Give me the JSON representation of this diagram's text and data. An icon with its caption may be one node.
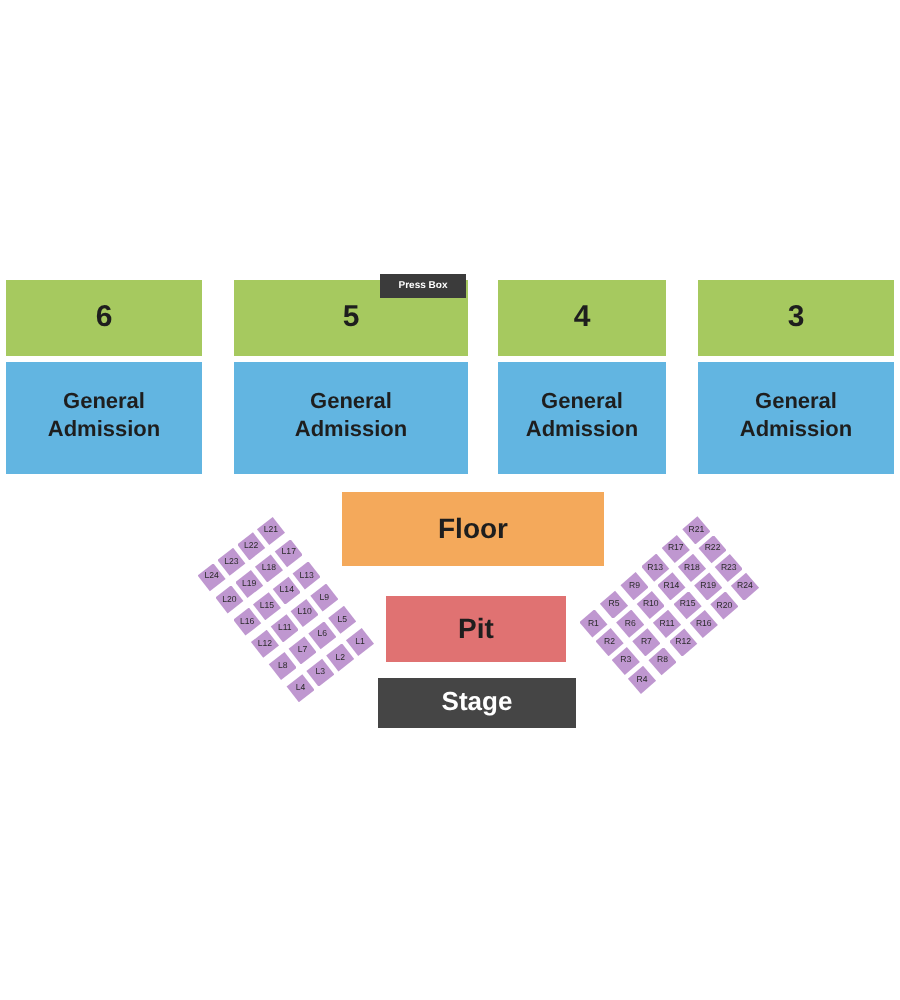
{
  "diagram": {
    "nodes": [
      {
        "text": [
          "6"
        ]
      },
      {
        "text": [
          "5"
        ]
      },
      {
        "text": [
          "Press Box"
        ]
      },
      {
        "text": [
          "4"
        ]
      },
      {
        "text": [
          "3"
        ]
      },
      {
        "text": [
          "General Admission"
        ]
      },
      {
        "text": [
          "General Admission"
        ]
      },
      {
        "text": [
          "General Admission"
        ]
      },
      {
        "text": [
          "General Admission"
        ]
      },
      {
        "text": [
          "Floor"
        ]
      },
      {
        "text": [
          "Pit"
        ]
      },
      {
        "text": [
          "Stage"
        ]
      },
      {
        "text": [
          "L1"
        ]
      },
      {
        "text": [
          "L2"
        ]
      },
      {
        "text": [
          "L3"
        ]
      },
      {
        "text": [
          "L4"
        ]
      },
      {
        "text": [
          "L5"
        ]
      },
      {
        "text": [
          "L6"
        ]
      },
      {
        "text": [
          "L7"
        ]
      },
      {
        "text": [
          "L8"
        ]
      },
      {
        "text": [
          "L9"
        ]
      },
      {
        "text": [
          "L10"
        ]
      },
      {
        "text": [
          "L11"
        ]
      },
      {
        "text": [
          "L12"
        ]
      },
      {
        "text": [
          "L13"
        ]
      },
      {
        "text": [
          "L14"
        ]
      },
      {
        "text": [
          "L15"
        ]
      },
      {
        "text": [
          "L16"
        ]
      },
      {
        "text": [
          "L17"
        ]
      },
      {
        "text": [
          "L18"
        ]
      },
      {
        "text": [
          "L19"
        ]
      },
      {
        "text": [
          "L20"
        ]
      },
      {
        "text": [
          "L21"
        ]
      },
      {
        "text": [
          "L22"
        ]
      },
      {
        "text": [
          "L23"
        ]
      },
      {
        "text": [
          "L24"
        ]
      },
      {
        "text": [
          "R1"
        ]
      },
      {
        "text": [
          "R2"
        ]
      },
      {
        "text": [
          "R3"
        ]
      },
      {
        "text": [
          "R4"
        ]
      },
      {
        "text": [
          "R5"
        ]
      },
      {
        "text": [
          "R6"
        ]
      },
      {
        "text": [
          "R7"
        ]
      },
      {
        "text": [
          "R8"
        ]
      },
      {
        "text": [
          "R9"
        ]
      },
      {
        "text": [
          "R10"
        ]
      },
      {
        "text": [
          "R11"
        ]
      },
      {
        "text": [
          "R12"
        ]
      },
      {
        "text": [
          "R13"
        ]
      },
      {
        "text": [
          "R14"
        ]
      },
      {
        "text": [
          "R15"
        ]
      },
      {
        "text": [
          "R16"
        ]
      },
      {
        "text": [
          "R17"
        ]
      },
      {
        "text": [
          "R18"
        ]
      },
      {
        "text": [
          "R19"
        ]
      },
      {
        "text": [
          "R20"
        ]
      },
      {
        "text": [
          "R21"
        ]
      },
      {
        "text": [
          "R22"
        ]
      },
      {
        "text": [
          "R23"
        ]
      },
      {
        "text": [
          "R24"
        ]
      }
    ]
  }
}
